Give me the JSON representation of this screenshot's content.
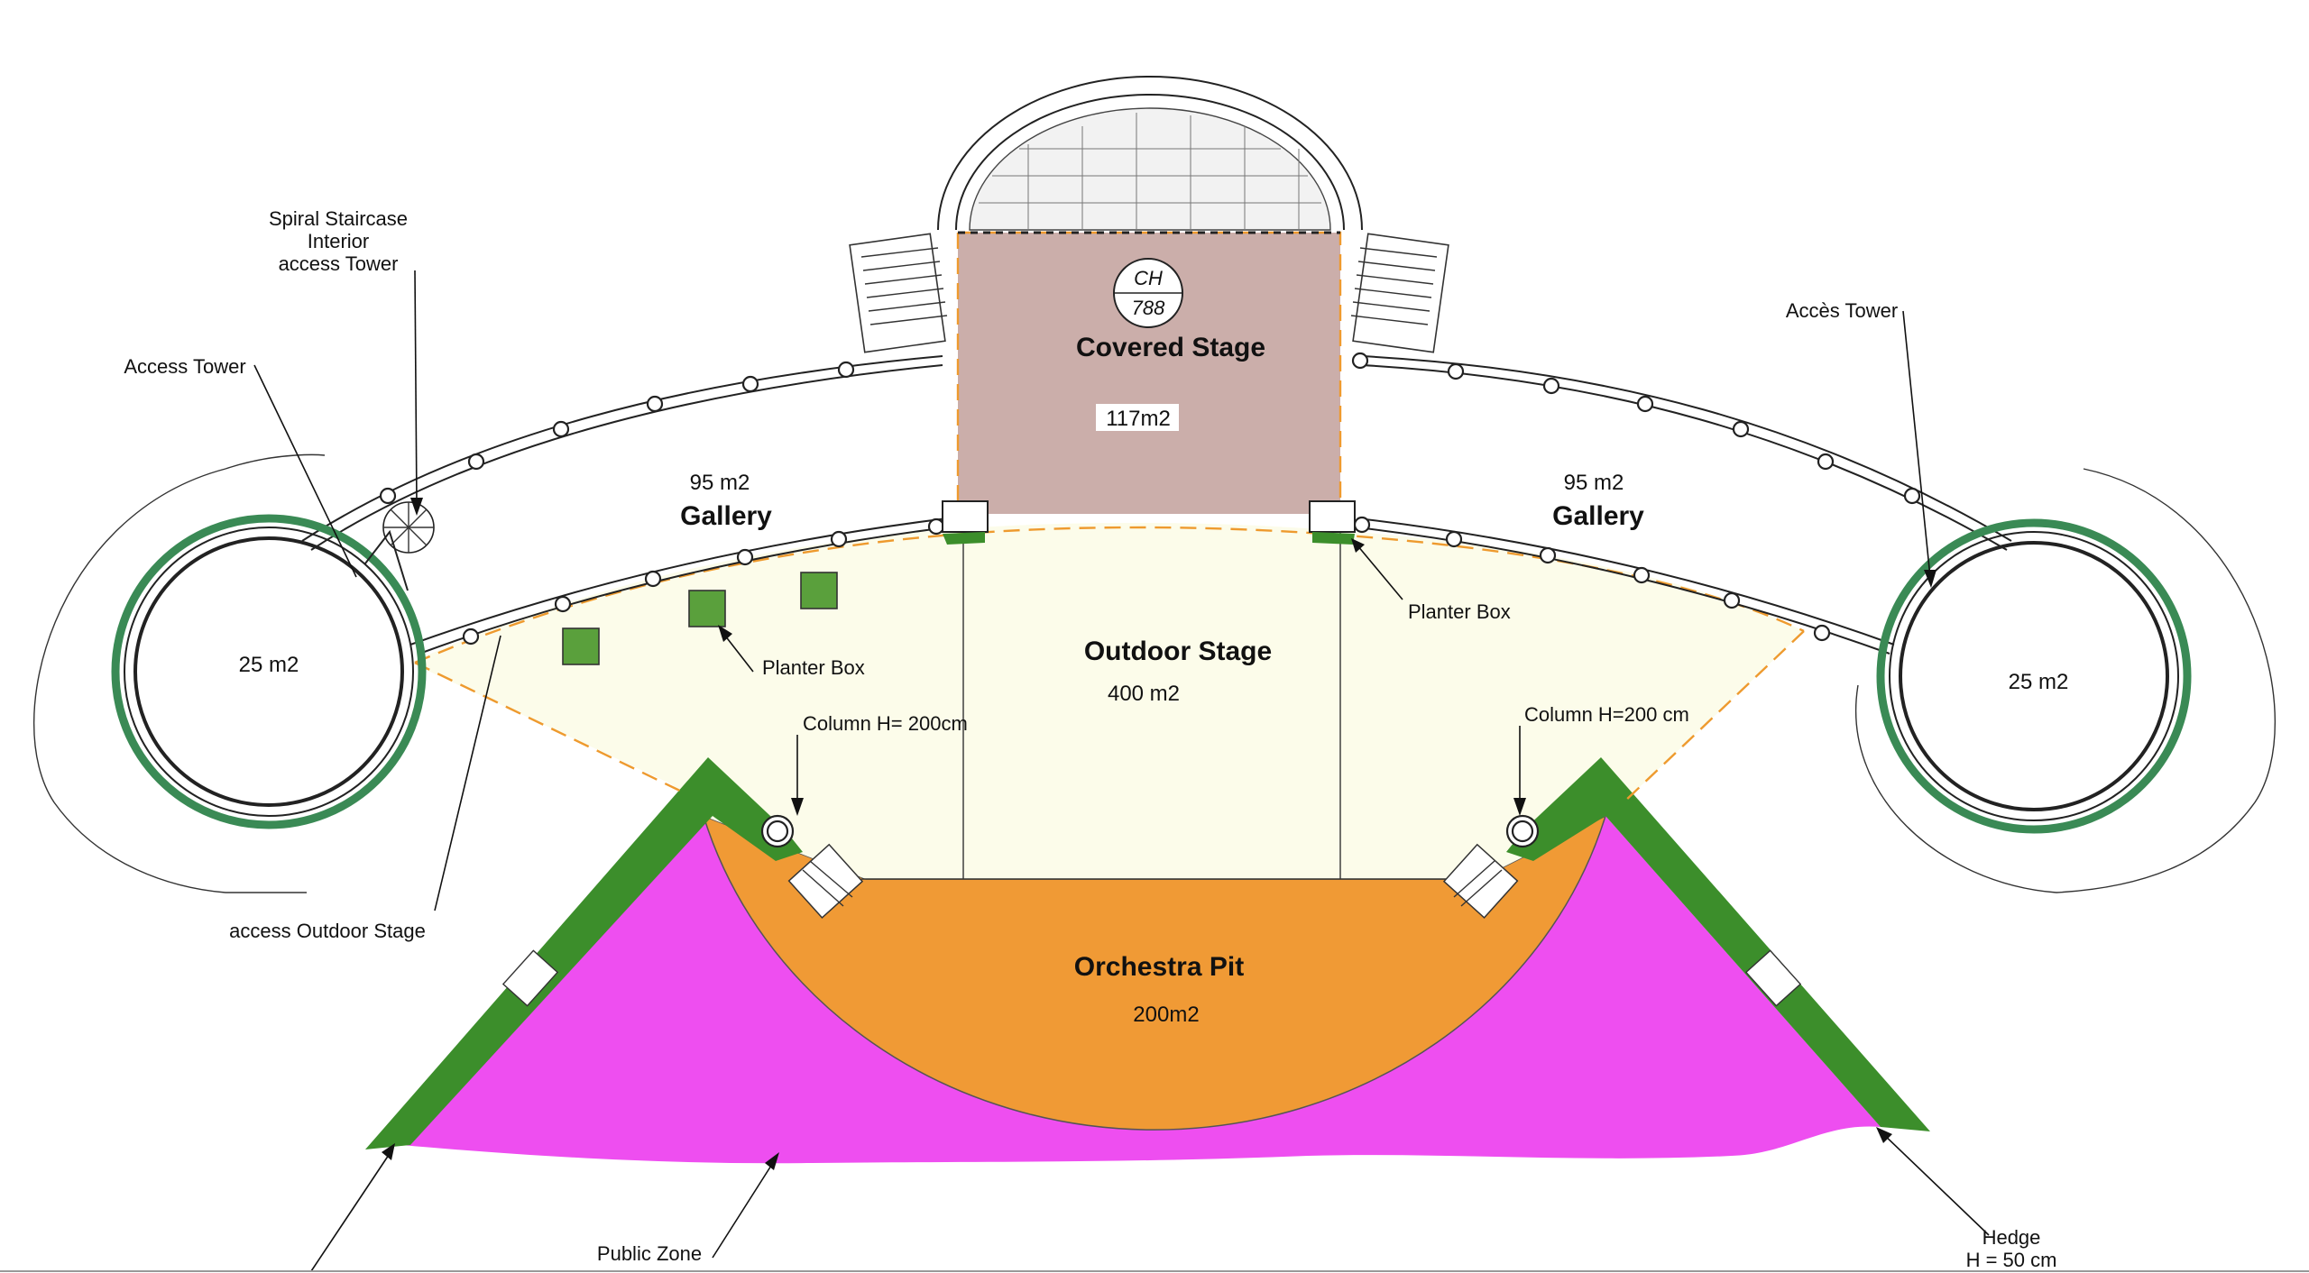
{
  "labels": {
    "spiral_staircase": [
      "Spiral Staircase",
      "Interior",
      "access Tower"
    ],
    "access_tower_left": "Access Tower",
    "acces_tower_right": "Accès Tower",
    "access_outdoor_stage": "access Outdoor Stage",
    "planter_box_left": "Planter Box",
    "planter_box_right": "Planter Box",
    "column_left": "Column H= 200cm",
    "column_right": "Column H=200 cm",
    "public_zone": "Public Zone",
    "hedge": [
      "Hedge",
      "H = 50 cm"
    ]
  },
  "rooms": {
    "covered_stage": {
      "name": "Covered Stage",
      "area": "117m2",
      "color": "#cbaeaa"
    },
    "gallery_left": {
      "name": "Gallery",
      "area": "95 m2"
    },
    "gallery_right": {
      "name": "Gallery",
      "area": "95 m2"
    },
    "tower_left": {
      "area": "25 m2"
    },
    "tower_right": {
      "area": "25 m2"
    },
    "outdoor_stage": {
      "name": "Outdoor Stage",
      "area": "400 m2",
      "color": "#fcfcea"
    },
    "orchestra_pit": {
      "name": "Orchestra Pit",
      "area": "200m2",
      "color": "#f09a35"
    },
    "public_zone": {
      "color": "#ee4ef0"
    }
  },
  "badge": {
    "top": "CH",
    "bottom": "788"
  },
  "colors": {
    "hedge": "#3c8e2b",
    "tower_ring": "#3a8a55",
    "planter": "#5aa03c",
    "dashed_outline": "#ee9a2e"
  }
}
